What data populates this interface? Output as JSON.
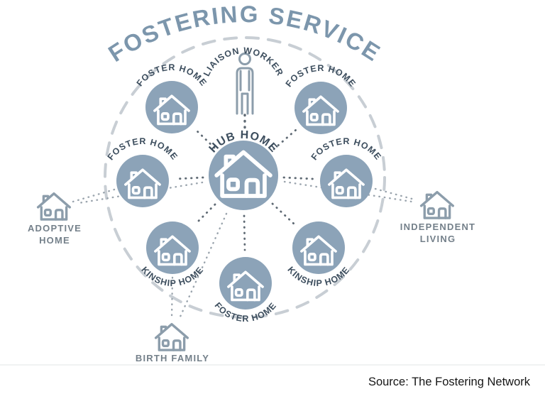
{
  "title": "FOSTERING SERVICE",
  "hub": {
    "label": "HUB HOME",
    "icon": "house-icon"
  },
  "liaison": {
    "label": "LIAISON WORKER",
    "icon": "person-icon"
  },
  "satellites": [
    {
      "id": "upper-left",
      "label": "FOSTER HOME",
      "icon": "house-icon"
    },
    {
      "id": "upper-right",
      "label": "FOSTER HOME",
      "icon": "house-icon"
    },
    {
      "id": "left",
      "label": "FOSTER HOME",
      "icon": "house-icon"
    },
    {
      "id": "right",
      "label": "FOSTER HOME",
      "icon": "house-icon"
    },
    {
      "id": "lower-left",
      "label": "KINSHIP HOME",
      "icon": "house-icon"
    },
    {
      "id": "lower-right",
      "label": "KINSHIP HOME",
      "icon": "house-icon"
    },
    {
      "id": "bottom",
      "label": "FOSTER HOME",
      "icon": "house-icon"
    }
  ],
  "external": [
    {
      "id": "adoptive-home",
      "lines": [
        "ADOPTIVE",
        "HOME"
      ],
      "icon": "house-outline-icon"
    },
    {
      "id": "independent-living",
      "lines": [
        "INDEPENDENT",
        "LIVING"
      ],
      "icon": "house-outline-icon"
    },
    {
      "id": "birth-family",
      "lines": [
        "BIRTH FAMILY",
        ""
      ],
      "icon": "house-outline-icon"
    }
  ],
  "source": "Source: The Fostering Network",
  "colors": {
    "node_fill": "#8CA3B8",
    "title": "#7C96AC",
    "arc_label": "#3D4E5E",
    "external_label": "#74808A",
    "outline_icon": "#8C9DAB",
    "dashed_ring": "#C8CED4",
    "dots_inner": "#5F6A74",
    "dots_outer": "#9AA4AD",
    "source_text": "#161616",
    "background": "#FFFFFF"
  }
}
